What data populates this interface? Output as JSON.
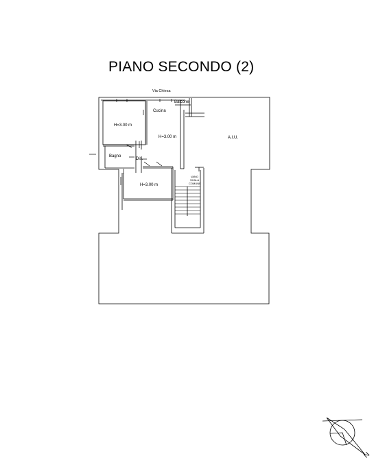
{
  "title": "PIANO SECONDO (2)",
  "labels": {
    "street": "Via Chiesa",
    "balcony": "Balcone",
    "kitchen": "Cucina",
    "room_height_1": "H=3.00 m",
    "room_height_2": "H=3.00 m",
    "room_height_3": "H=3.00 m",
    "aiu": "A.I.U.",
    "bathroom": "Bagno",
    "disimpegno": "Dis.",
    "stair_line1": "VANO",
    "stair_line2": "SCALA",
    "stair_line3": "COMUNE"
  },
  "compass": {
    "letter": "N"
  }
}
